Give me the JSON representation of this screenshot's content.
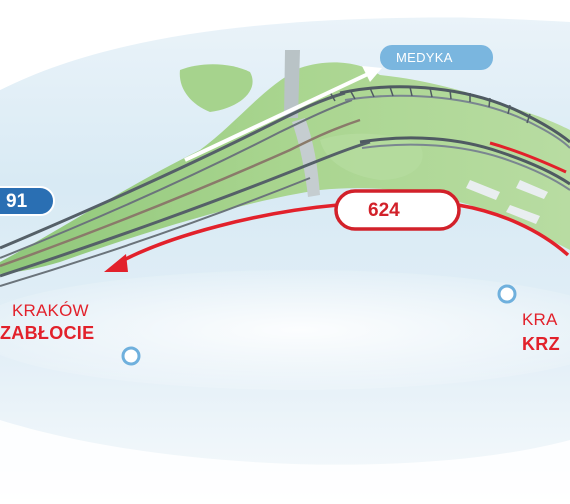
{
  "destination_sign": "MEDYKA",
  "route_badge": "91",
  "line_badge": "624",
  "stations": [
    {
      "town": "KRAKÓW",
      "name": "ZABŁOCIE"
    },
    {
      "town": "KRA",
      "name": "KRZ"
    }
  ],
  "colors": {
    "line_red": "#e2212b",
    "route_blue": "#2a6fb3",
    "sign_blue": "#74b3dd",
    "ground_green": "#a4d38a",
    "sky_blue": "#d6e9f3",
    "marker_blue": "#6fb0dd"
  }
}
